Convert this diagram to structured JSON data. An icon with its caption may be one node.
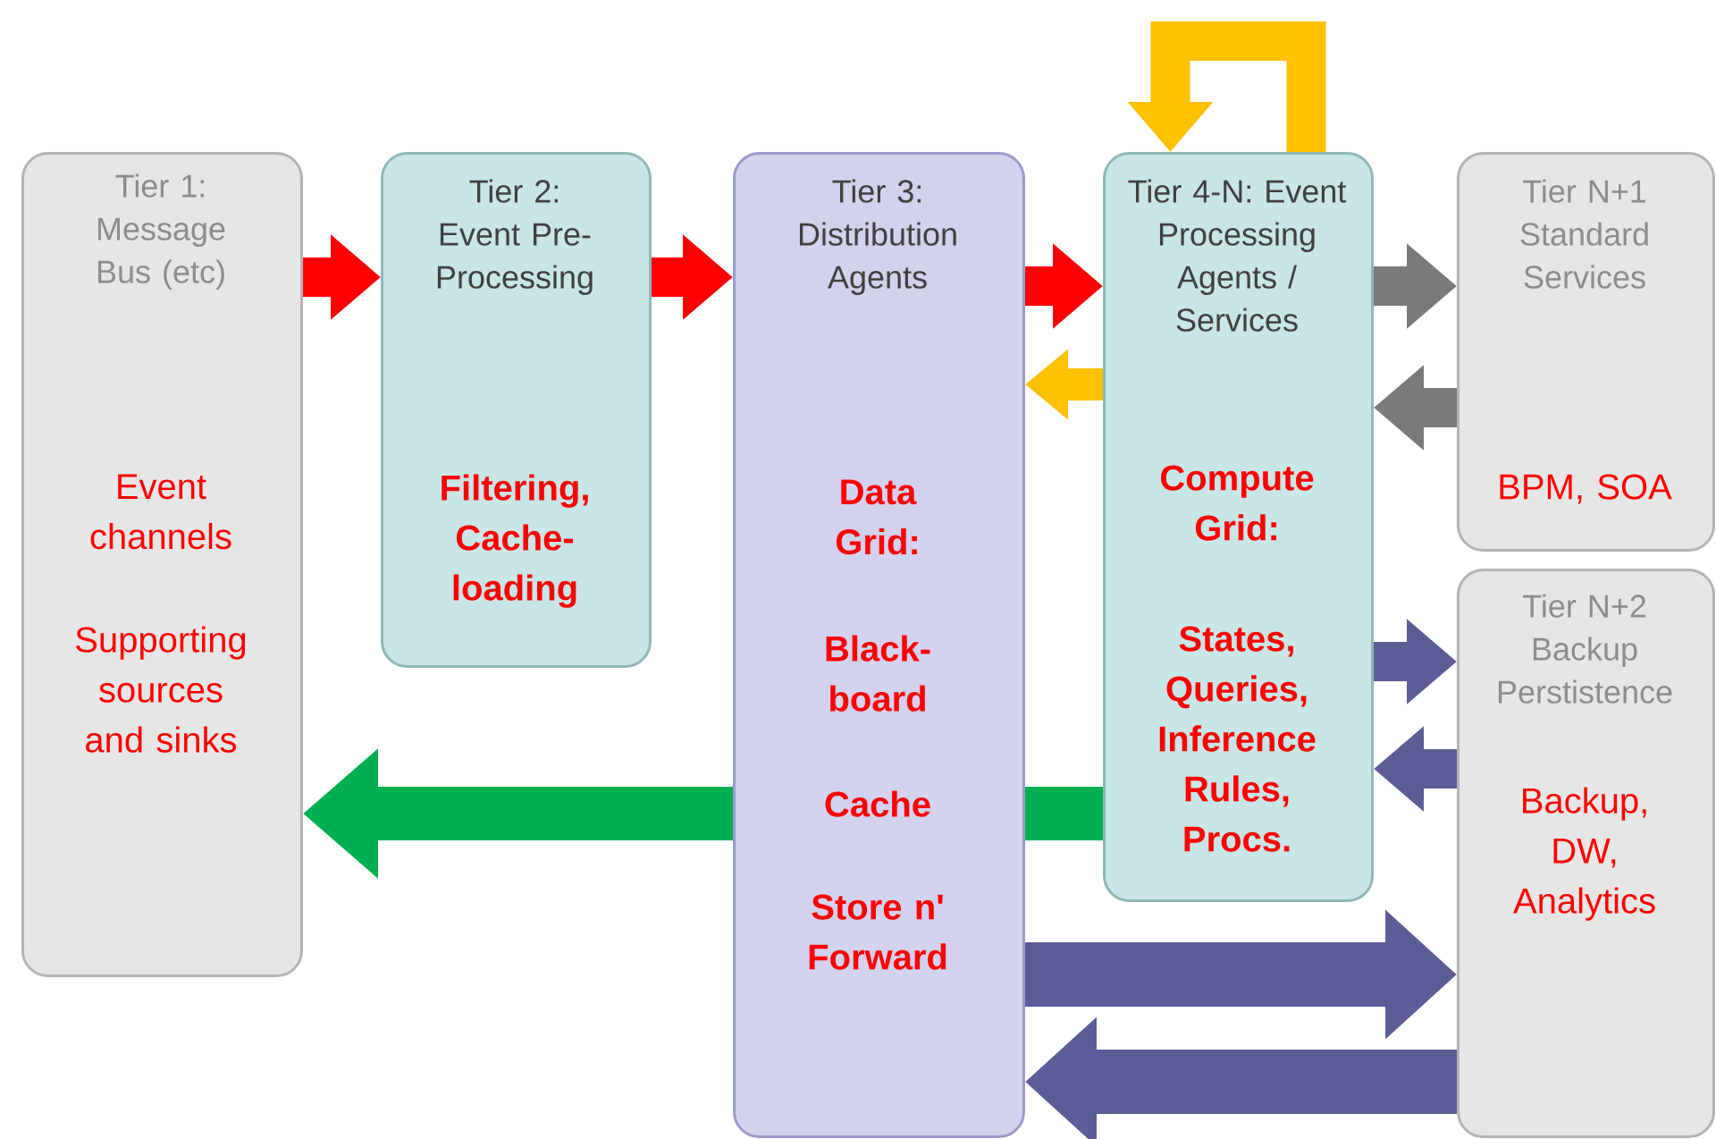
{
  "diagram": {
    "nodes": [
      {
        "text": [
          "Tier 1: Message Bus (etc)",
          "Event channels",
          "Supporting sources and sinks"
        ]
      },
      {
        "text": [
          "Tier 2: Event Pre-Processing",
          "Filtering, Cache-loading"
        ]
      },
      {
        "text": [
          "Tier 3: Distribution Agents",
          "Data Grid:",
          "Black-board",
          "Cache",
          "Store n' Forward"
        ]
      },
      {
        "text": [
          "Tier 4-N: Event Processing Agents / Services",
          "Compute Grid:",
          "States, Queries, Inference Rules, Procs."
        ]
      },
      {
        "text": [
          "Tier N+1 Standard Services",
          "BPM, SOA"
        ]
      },
      {
        "text": [
          "Tier N+2 Backup Perstistence",
          "Backup, DW, Analytics"
        ]
      }
    ],
    "edges": [
      {
        "from": 0,
        "to": 1,
        "arrow": "to",
        "color": "#ff0000"
      },
      {
        "from": 1,
        "to": 2,
        "arrow": "to",
        "color": "#ff0000"
      },
      {
        "from": 2,
        "to": 3,
        "arrow": "to",
        "color": "#ff0000"
      },
      {
        "from": 3,
        "to": 2,
        "arrow": "to",
        "color": "#ffc000"
      },
      {
        "from": 3,
        "to": 3,
        "arrow": "to",
        "color": "#ffc000"
      },
      {
        "from": 3,
        "to": 4,
        "arrow": "to",
        "color": "#7a7a7a"
      },
      {
        "from": 4,
        "to": 3,
        "arrow": "to",
        "color": "#7a7a7a"
      },
      {
        "from": 3,
        "to": 5,
        "arrow": "to",
        "color": "#5c5c96"
      },
      {
        "from": 5,
        "to": 3,
        "arrow": "to",
        "color": "#5c5c96"
      },
      {
        "from": 3,
        "to": 2,
        "arrow": "none",
        "color": "#00b050"
      },
      {
        "from": 2,
        "to": 0,
        "arrow": "to",
        "color": "#00b050"
      },
      {
        "from": 2,
        "to": 5,
        "arrow": "to",
        "color": "#5c5c96"
      },
      {
        "from": 5,
        "to": 2,
        "arrow": "to",
        "color": "#5c5c96"
      }
    ]
  }
}
